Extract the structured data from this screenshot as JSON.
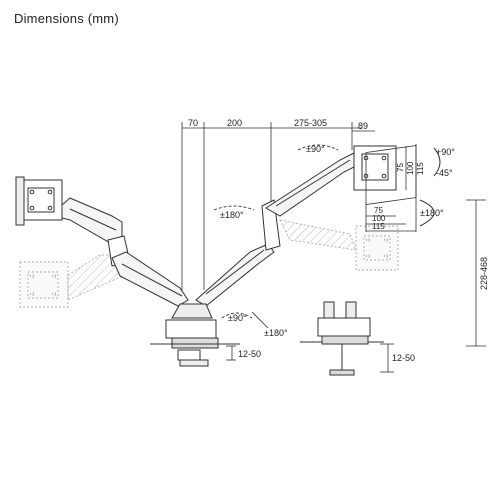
{
  "title": "Dimensions (mm)",
  "dims": {
    "d70": "70",
    "d200": "200",
    "d275": "275-305",
    "d89": "89",
    "d75": "75",
    "d100": "100",
    "d115": "115",
    "d228": "228-468",
    "clampA": "12-50",
    "clampB": "12-50"
  },
  "rotations": {
    "tilt_up": "+90°",
    "tilt_down": "-45°",
    "rotate_screen": "±180°",
    "swivel_top": "±90°",
    "swivel_mid": "±180°",
    "swivel_base": "±90°",
    "swivel_base2": "±180°"
  }
}
